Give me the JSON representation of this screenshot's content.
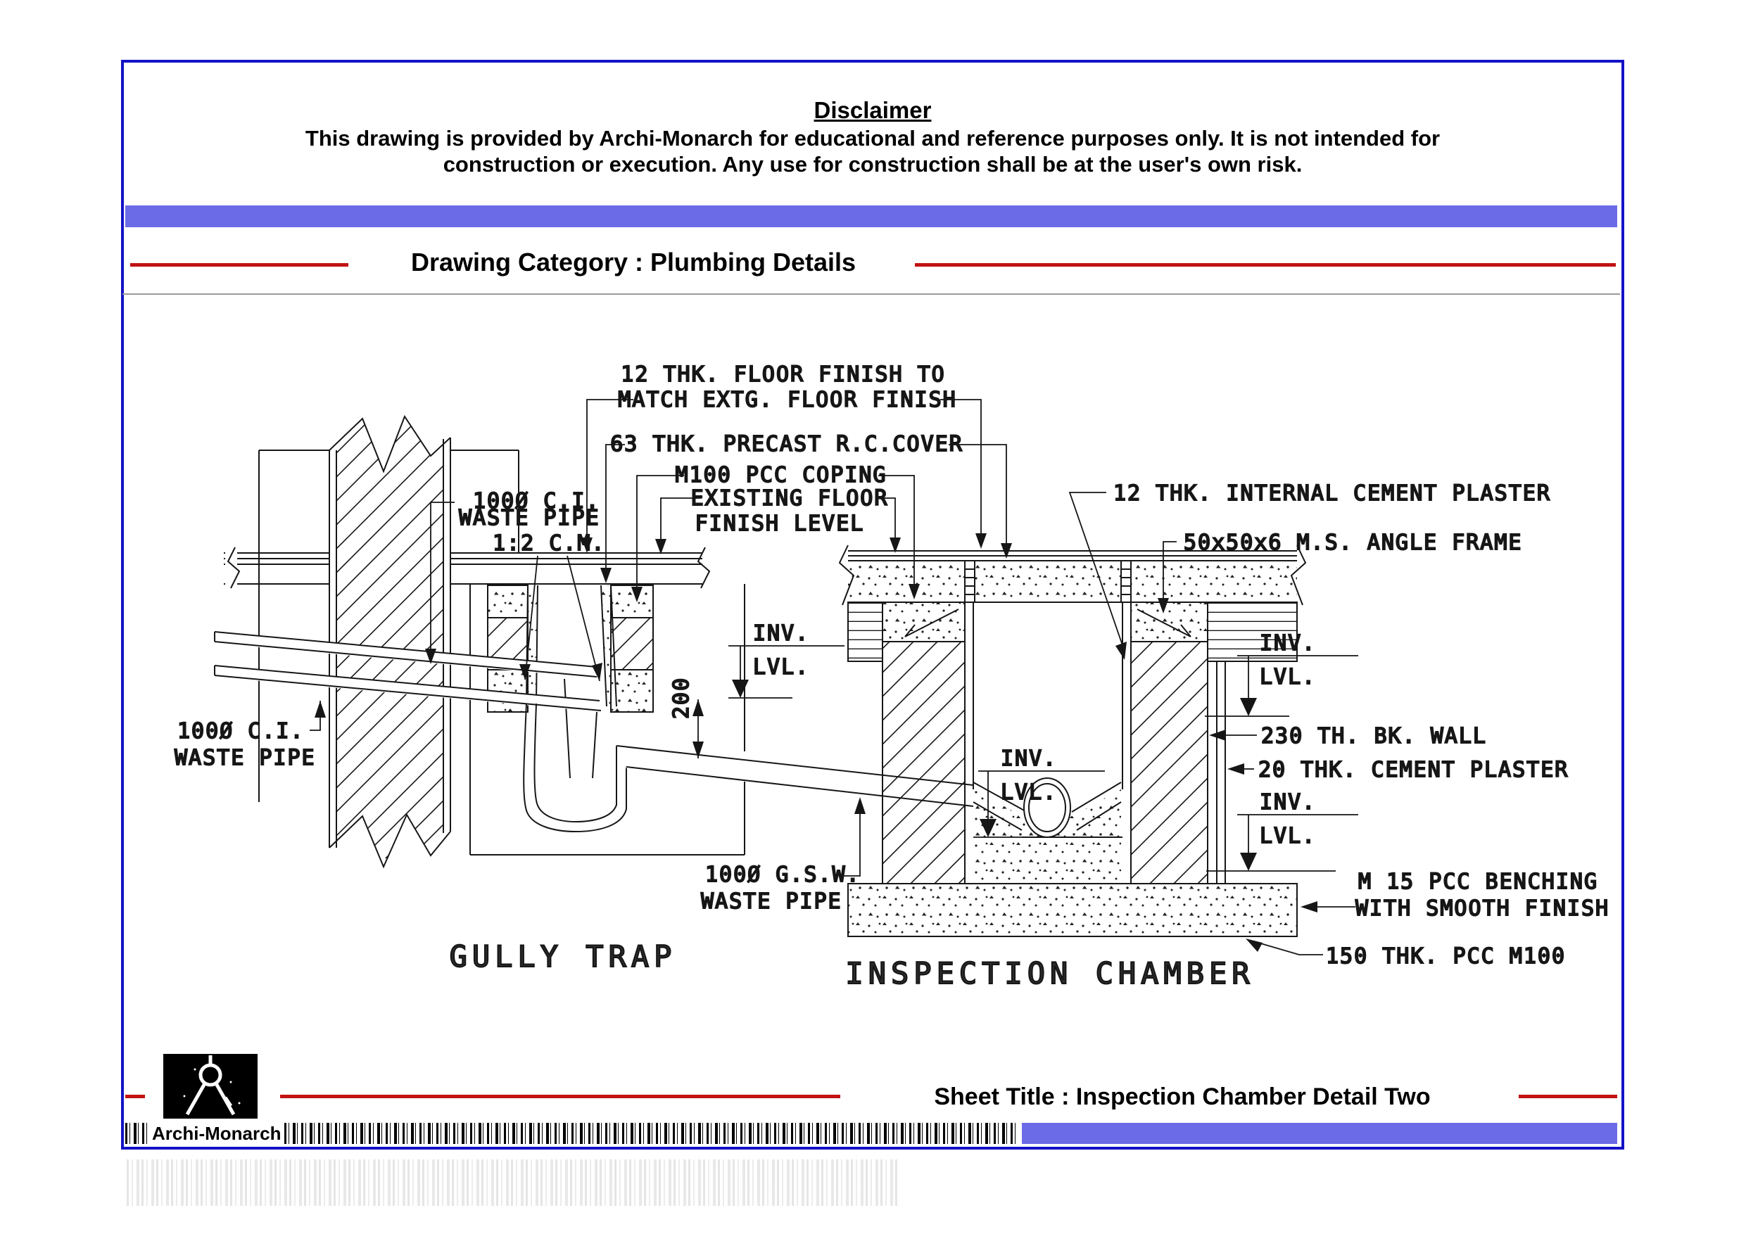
{
  "disclaimer": {
    "title": "Disclaimer",
    "line1": "This drawing is provided by Archi-Monarch for educational and reference purposes only. It is not intended for",
    "line2": "construction or execution. Any use for construction shall be at the user's own risk."
  },
  "header": {
    "category_label": "Drawing Category : Plumbing Details"
  },
  "footer": {
    "sheet_title": "Sheet Title : Inspection Chamber Detail Two",
    "brand": "Archi-Monarch"
  },
  "colors": {
    "accent_blue": "#6b6be8",
    "border_blue": "#1312c6",
    "line_red": "#c21212",
    "ink": "#161616"
  },
  "icons": {
    "logo": "drafting-compass-icon"
  },
  "drawing": {
    "titles": {
      "gully": "GULLY TRAP",
      "chamber": "INSPECTION CHAMBER"
    },
    "annotations": {
      "a1l1": "12 THK. FLOOR FINISH TO",
      "a1l2": "MATCH EXTG. FLOOR FINISH",
      "a2": "63 THK. PRECAST R.C.COVER",
      "a3": "M100 PCC COPING",
      "a4l1": "EXISTING FLOOR",
      "a4l2": "FINISH LEVEL",
      "a5": "12 THK. INTERNAL CEMENT PLASTER",
      "a6": "50x50x6 M.S. ANGLE FRAME",
      "a7": "230 TH. BK. WALL",
      "a8": "20 THK. CEMENT PLASTER",
      "a9l1": "M 15 PCC BENCHING",
      "a9l2": "WITH SMOOTH FINISH",
      "a10": "150 THK. PCC M100",
      "a11l1": "100Ø C.I.",
      "a11l2": "WASTE PIPE",
      "a12l1": "100Ø C.I.",
      "a12l2": "WASTE PIPE",
      "a12l3": "1:2 C.M.",
      "a13l1": "100Ø G.S.W.",
      "a13l2": "WASTE PIPE",
      "inv": "INV.",
      "lvl": "LVL.",
      "dim200": "200"
    }
  }
}
